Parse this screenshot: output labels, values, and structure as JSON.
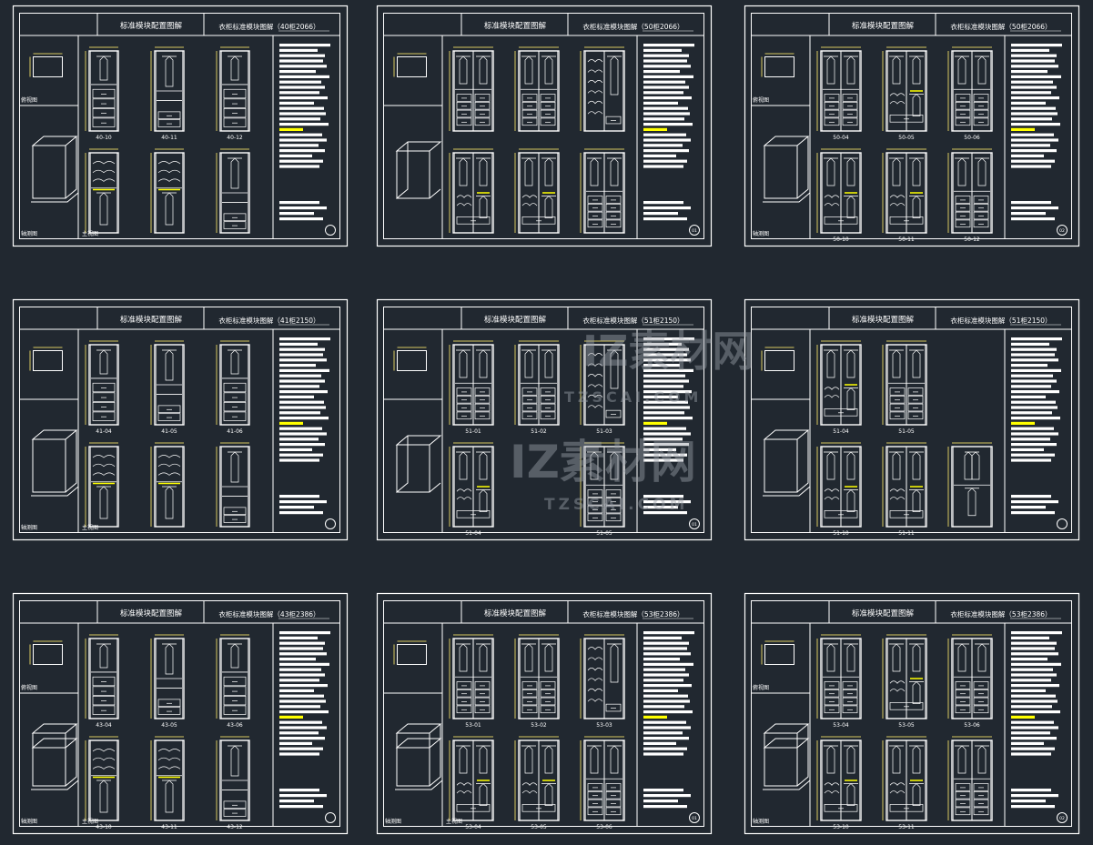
{
  "sheets": [
    {
      "title": "标准模块配置图解",
      "subtitle": "衣柜标准模块图解（40柜2066）",
      "top_view": "俯视图",
      "axon_view": "轴测图",
      "front_view": "主视图",
      "module_labels": [
        "40-10",
        "40-11",
        "40-12"
      ],
      "page_no": "",
      "layout": "a",
      "axon": "single"
    },
    {
      "title": "标准模块配置图解",
      "subtitle": "衣柜标准模块图解（50柜2066）",
      "top_view": "",
      "axon_view": "",
      "front_view": "",
      "module_labels": [],
      "page_no": "01",
      "layout": "b",
      "axon": "open"
    },
    {
      "title": "标准模块配置图解",
      "subtitle": "衣柜标准模块图解（50柜2066）",
      "top_view": "俯视图",
      "axon_view": "轴测图",
      "front_view": "",
      "module_labels": [
        "50-04",
        "50-05",
        "50-06",
        "50-10",
        "50-11",
        "50-12"
      ],
      "page_no": "02",
      "layout": "c",
      "axon": "single"
    },
    {
      "title": "标准模块配置图解",
      "subtitle": "衣柜标准模块图解（41柜2150）",
      "top_view": "",
      "axon_view": "轴测图",
      "front_view": "主视图",
      "module_labels": [
        "41-04",
        "41-05",
        "41-06"
      ],
      "page_no": "",
      "layout": "a",
      "axon": "single"
    },
    {
      "title": "标准模块配置图解",
      "subtitle": "衣柜标准模块图解（51柜2150）",
      "top_view": "",
      "axon_view": "",
      "front_view": "",
      "module_labels": [
        "51-01",
        "51-02",
        "51-03",
        "51-04",
        "51-05"
      ],
      "page_no": "01",
      "layout": "d",
      "axon": "open"
    },
    {
      "title": "标准模块配置图解",
      "subtitle": "衣柜标准模块图解（51柜2150）",
      "top_view": "",
      "axon_view": "",
      "front_view": "",
      "module_labels": [
        "51-04",
        "51-05",
        "51-10",
        "51-11"
      ],
      "page_no": "",
      "layout": "e",
      "axon": "single"
    },
    {
      "title": "标准模块配置图解",
      "subtitle": "衣柜标准模块图解（43柜2386）",
      "top_view": "俯视图",
      "axon_view": "轴测图",
      "front_view": "主视图",
      "module_labels": [
        "43-04",
        "43-05",
        "43-06",
        "43-10",
        "43-11",
        "43-12"
      ],
      "page_no": "",
      "layout": "a",
      "axon": "double"
    },
    {
      "title": "标准模块配置图解",
      "subtitle": "衣柜标准模块图解（53柜2386）",
      "top_view": "",
      "axon_view": "轴测图",
      "front_view": "主视图",
      "module_labels": [
        "53-01",
        "53-02",
        "53-03",
        "53-04",
        "53-05",
        "53-06"
      ],
      "page_no": "01",
      "layout": "b",
      "axon": "double"
    },
    {
      "title": "标准模块配置图解",
      "subtitle": "衣柜标准模块图解（53柜2386）",
      "top_view": "俯视图",
      "axon_view": "轴测图",
      "front_view": "",
      "module_labels": [
        "53-04",
        "53-05",
        "53-06",
        "53-10",
        "53-11"
      ],
      "page_no": "02",
      "layout": "c",
      "axon": "double"
    }
  ],
  "watermark": {
    "brand": "IZ素材网",
    "domain": "TZSCAI.COM"
  },
  "colors": {
    "background": "#212830",
    "line": "#ffffff",
    "highlight": "#ffff00",
    "dimension": "#d8c860"
  }
}
